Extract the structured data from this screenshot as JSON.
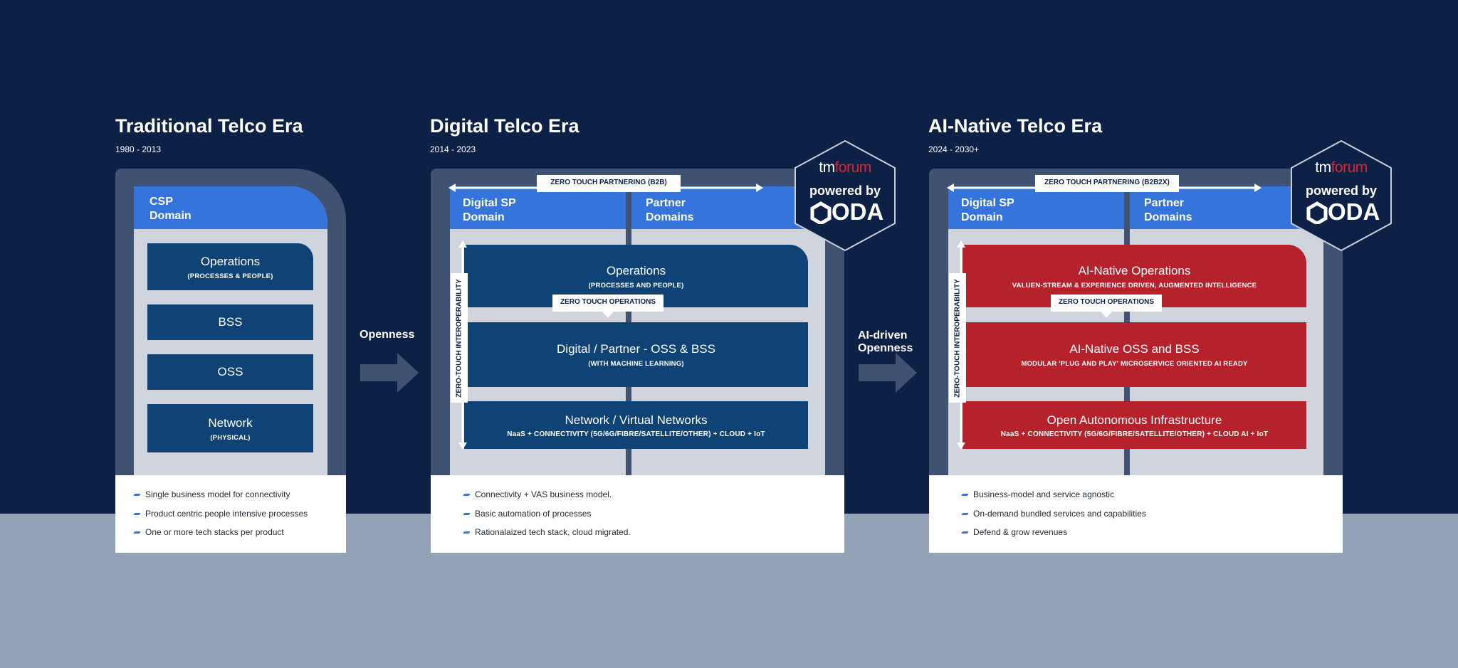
{
  "eras": [
    {
      "title": "Traditional Telco Era",
      "years": "1980 - 2013",
      "header": "CSP\nDomain",
      "blocks": [
        {
          "title": "Operations",
          "sub": "(PROCESSES & PEOPLE)"
        },
        {
          "title": "BSS"
        },
        {
          "title": "OSS"
        },
        {
          "title": "Network",
          "sub": "(PHYSICAL)"
        }
      ],
      "bullets": [
        "Single business model for connectivity",
        "Product centric people intensive processes",
        "One or more tech stacks per product"
      ]
    },
    {
      "title": "Digital Telco Era",
      "years": "2014 - 2023",
      "header_left": "Digital SP\nDomain",
      "header_right": "Partner\nDomains",
      "partnering_label": "ZERO TOUCH PARTNERING (B2B)",
      "ops_label": "ZERO TOUCH OPERATIONS",
      "interop_label": "ZERO-TOUCH INTEROPERABILITY",
      "blocks": [
        {
          "title": "Operations",
          "sub": "(PROCESSES AND PEOPLE)"
        },
        {
          "title": "Digital / Partner - OSS & BSS",
          "sub": "(WITH MACHINE LEARNING)"
        },
        {
          "title": "Network / Virtual Networks",
          "sub": "NaaS + CONNECTIVITY (5G/6G/FIBRE/SATELLITE/OTHER) + CLOUD + IoT"
        }
      ],
      "bullets": [
        "Connectivity + VAS business model.",
        "Basic automation of processes",
        "Rationalaized tech stack, cloud migrated."
      ],
      "badge": {
        "tm": "tm",
        "forum": "forum",
        "powered": "powered by",
        "oda": "ODA"
      }
    },
    {
      "title": "AI-Native Telco Era",
      "years": "2024 - 2030+",
      "header_left": "Digital SP\nDomain",
      "header_right": "Partner\nDomains",
      "partnering_label": "ZERO TOUCH PARTNERING (B2B2X)",
      "ops_label": "ZERO TOUCH OPERATIONS",
      "interop_label": "ZERO-TOUCH INTEROPERABILITY",
      "blocks": [
        {
          "title": "AI-Native Operations",
          "sub": "VALUEN-STREAM & EXPERIENCE DRIVEN, AUGMENTED INTELLIGENCE"
        },
        {
          "title": "AI-Native OSS and BSS",
          "sub": "MODULAR 'PLUG AND PLAY' MICROSERVICE ORIENTED AI READY"
        },
        {
          "title": "Open Autonomous Infrastructure",
          "sub": "NaaS + CONNECTIVITY (5G/6G/FIBRE/SATELLITE/OTHER) + CLOUD AI + IoT"
        }
      ],
      "bullets": [
        "Business-model and service agnostic",
        "On-demand bundled services and capabilities",
        "Defend & grow revenues"
      ],
      "badge": {
        "tm": "tm",
        "forum": "forum",
        "powered": "powered by",
        "oda": "ODA"
      }
    }
  ],
  "transitions": [
    {
      "label": "Openness"
    },
    {
      "label": "AI-driven\nOpenness"
    }
  ],
  "colors": {
    "background_top": "#0d2147",
    "background_bottom": "#94a2b8",
    "domain_header": "#3574db",
    "block_blue": "#0f4275",
    "block_red": "#b5222c",
    "tmforum_red": "#e0242f"
  }
}
